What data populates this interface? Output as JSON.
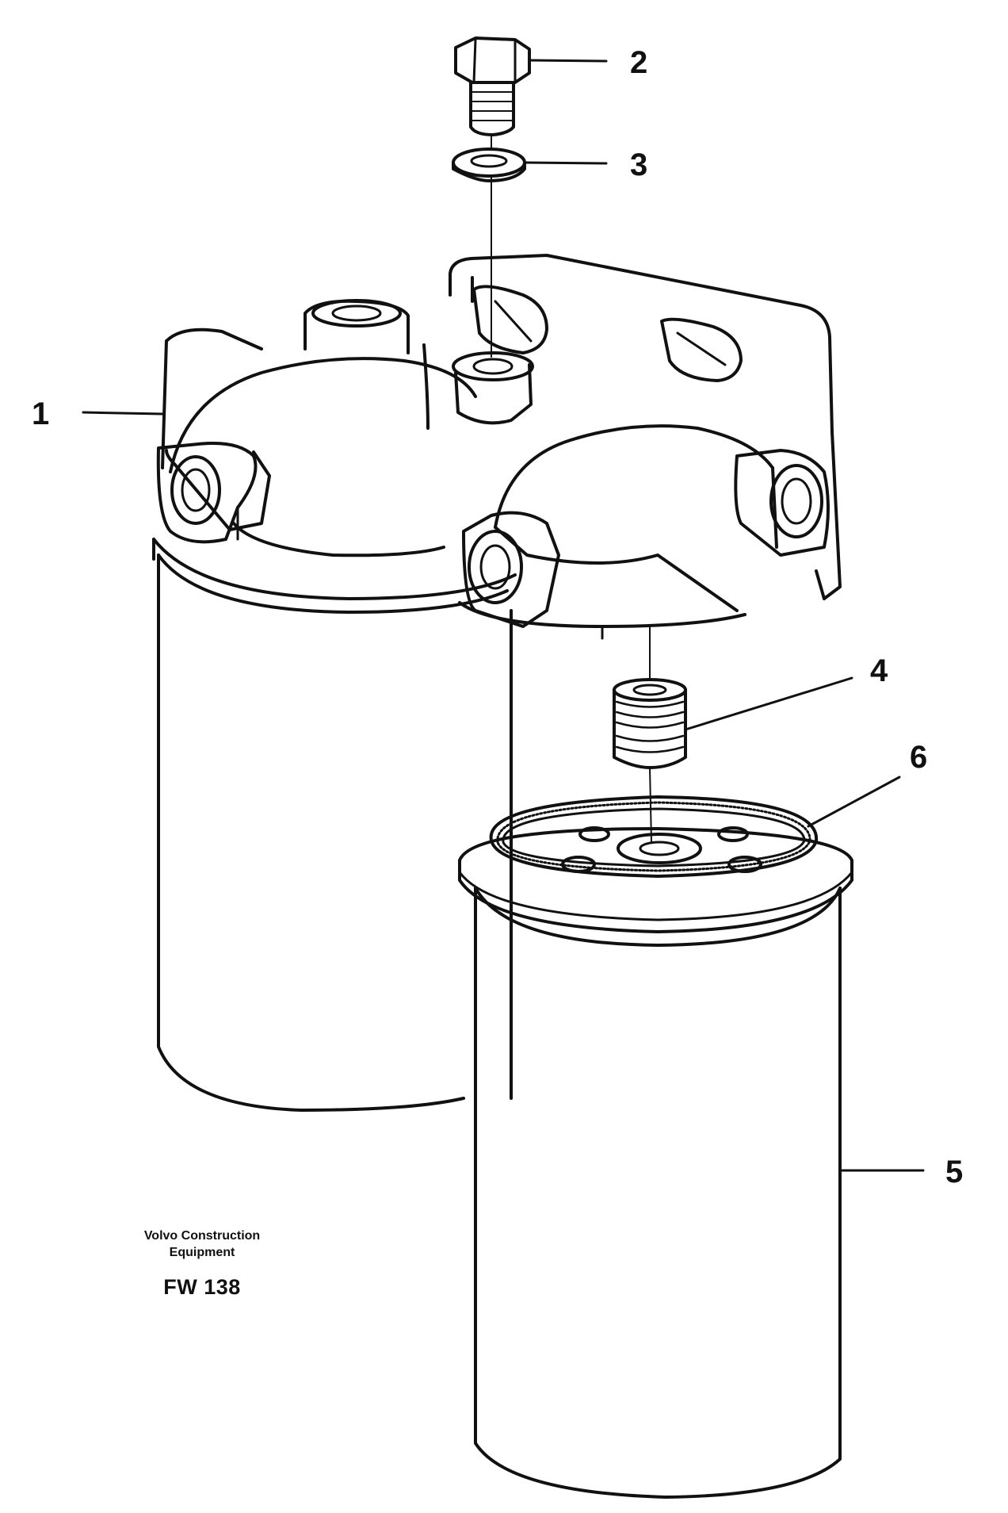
{
  "callouts": [
    {
      "id": "1",
      "label": "1"
    },
    {
      "id": "2",
      "label": "2"
    },
    {
      "id": "3",
      "label": "3"
    },
    {
      "id": "4",
      "label": "4"
    },
    {
      "id": "5",
      "label": "5"
    },
    {
      "id": "6",
      "label": "6"
    }
  ],
  "credit": {
    "line1": "Volvo Construction",
    "line2": "Equipment",
    "code": "FW 138"
  },
  "colors": {
    "ink": "#111111",
    "paper": "#ffffff"
  }
}
